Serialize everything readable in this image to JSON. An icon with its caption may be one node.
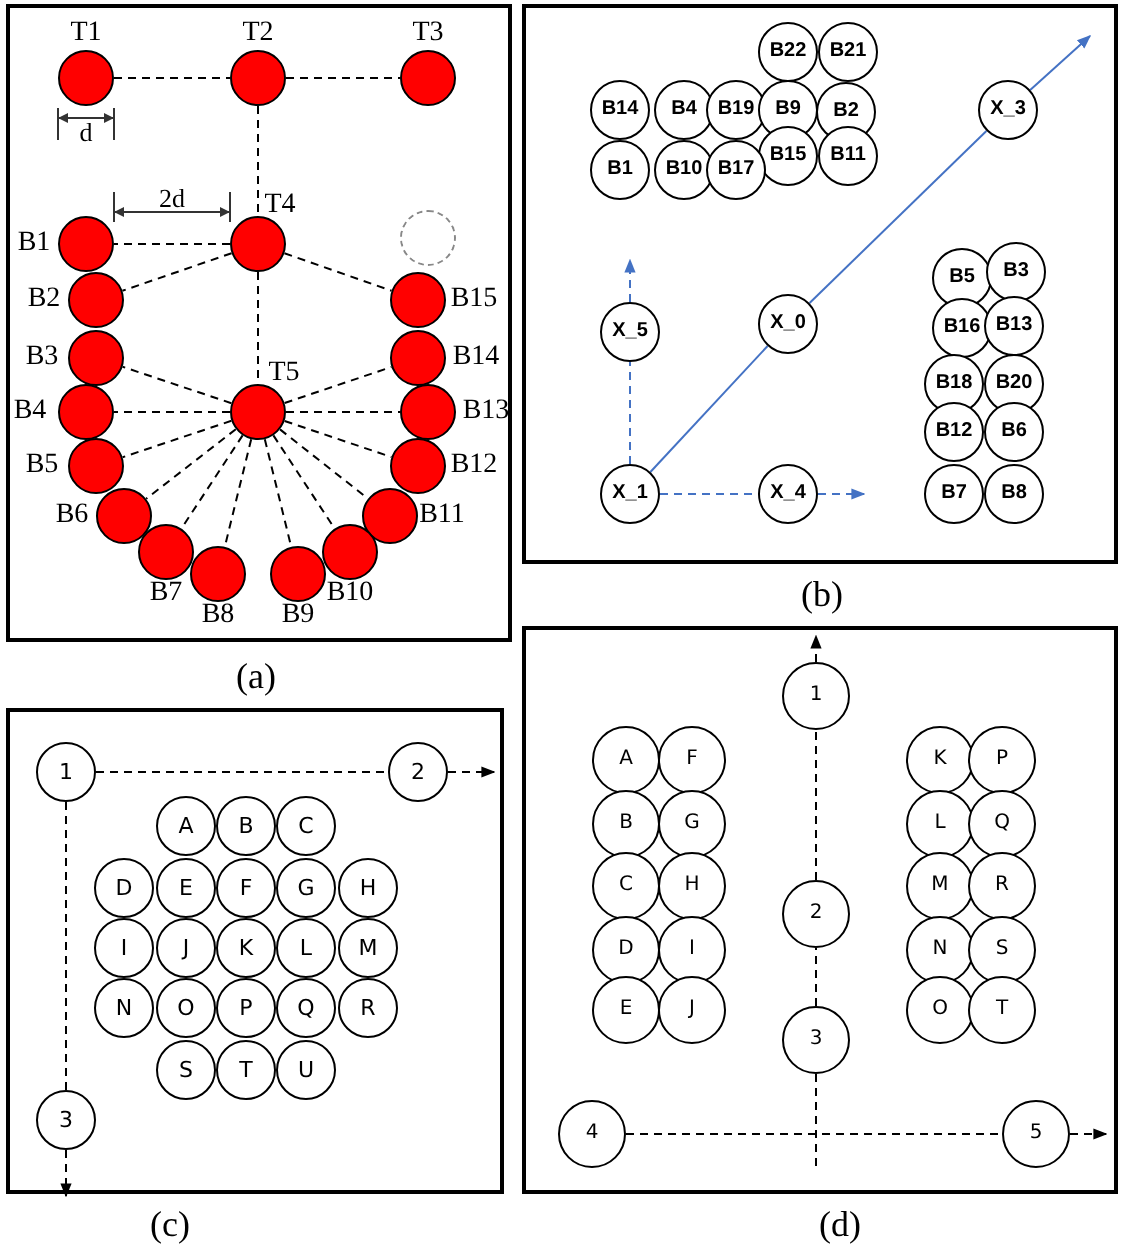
{
  "diagram": {
    "nodes": [
      {
        "text": [],
        "shape": "box",
        "beside": [
          "(a)"
        ]
      },
      {
        "text": [
          "T1"
        ],
        "in": 0
      },
      {
        "text": [
          "T2"
        ],
        "in": 0
      },
      {
        "text": [
          "T3"
        ],
        "in": 0
      },
      {
        "text": [
          "B1"
        ],
        "in": 0
      },
      {
        "text": [
          "T4"
        ],
        "in": 0
      },
      {
        "text": [],
        "shape": "circle",
        "in": 0
      },
      {
        "text": [
          "B2"
        ],
        "in": 0
      },
      {
        "text": [
          "B15"
        ],
        "in": 0
      },
      {
        "text": [
          "B3"
        ],
        "in": 0
      },
      {
        "text": [
          "B14"
        ],
        "in": 0
      },
      {
        "text": [
          "B4"
        ],
        "in": 0
      },
      {
        "text": [
          "T5"
        ],
        "in": 0
      },
      {
        "text": [
          "B13"
        ],
        "in": 0
      },
      {
        "text": [
          "B5"
        ],
        "in": 0
      },
      {
        "text": [
          "B12"
        ],
        "in": 0
      },
      {
        "text": [
          "B6"
        ],
        "in": 0
      },
      {
        "text": [
          "B11"
        ],
        "in": 0
      },
      {
        "text": [
          "B7"
        ],
        "in": 0
      },
      {
        "text": [
          "B10"
        ],
        "in": 0
      },
      {
        "text": [
          "B8"
        ],
        "in": 0
      },
      {
        "text": [
          "B9"
        ],
        "in": 0
      },
      {
        "text": [],
        "shape": "box",
        "beside": [
          "(b)"
        ]
      },
      {
        "text": [
          "B22"
        ],
        "in": 22
      },
      {
        "text": [
          "B21"
        ],
        "in": 22
      },
      {
        "text": [
          "B14"
        ],
        "in": 22
      },
      {
        "text": [
          "B4"
        ],
        "in": 22
      },
      {
        "text": [
          "B19"
        ],
        "in": 22
      },
      {
        "text": [
          "B9"
        ],
        "in": 22
      },
      {
        "text": [
          "B2"
        ],
        "in": 22
      },
      {
        "text": [
          "X_3"
        ],
        "in": 22
      },
      {
        "text": [
          "B15"
        ],
        "in": 22
      },
      {
        "text": [
          "B11"
        ],
        "in": 22
      },
      {
        "text": [
          "B1"
        ],
        "in": 22
      },
      {
        "text": [
          "B10"
        ],
        "in": 22
      },
      {
        "text": [
          "B17"
        ],
        "in": 22
      },
      {
        "text": [
          "B5"
        ],
        "in": 22
      },
      {
        "text": [
          "B3"
        ],
        "in": 22
      },
      {
        "text": [
          "X_0"
        ],
        "in": 22
      },
      {
        "text": [
          "X_5"
        ],
        "in": 22
      },
      {
        "text": [
          "B16"
        ],
        "in": 22
      },
      {
        "text": [
          "B13"
        ],
        "in": 22
      },
      {
        "text": [
          "B18"
        ],
        "in": 22
      },
      {
        "text": [
          "B20"
        ],
        "in": 22
      },
      {
        "text": [
          "B12"
        ],
        "in": 22
      },
      {
        "text": [
          "B6"
        ],
        "in": 22
      },
      {
        "text": [
          "X_1"
        ],
        "in": 22
      },
      {
        "text": [
          "X_4"
        ],
        "in": 22
      },
      {
        "text": [
          "B7"
        ],
        "in": 22
      },
      {
        "text": [
          "B8"
        ],
        "in": 22
      },
      {
        "text": [],
        "shape": "box",
        "beside": [
          "(c)"
        ]
      },
      {
        "text": [
          "1"
        ],
        "in": 50
      },
      {
        "text": [
          "2"
        ],
        "in": 50
      },
      {
        "text": [
          "A"
        ],
        "in": 50
      },
      {
        "text": [
          "B"
        ],
        "in": 50
      },
      {
        "text": [
          "C"
        ],
        "in": 50
      },
      {
        "text": [
          "D"
        ],
        "in": 50
      },
      {
        "text": [
          "E"
        ],
        "in": 50
      },
      {
        "text": [
          "F"
        ],
        "in": 50
      },
      {
        "text": [
          "G"
        ],
        "in": 50
      },
      {
        "text": [
          "H"
        ],
        "in": 50
      },
      {
        "text": [
          "I"
        ],
        "in": 50
      },
      {
        "text": [
          "J"
        ],
        "in": 50
      },
      {
        "text": [
          "K"
        ],
        "in": 50
      },
      {
        "text": [
          "L"
        ],
        "in": 50
      },
      {
        "text": [
          "M"
        ],
        "in": 50
      },
      {
        "text": [
          "N"
        ],
        "in": 50
      },
      {
        "text": [
          "O"
        ],
        "in": 50
      },
      {
        "text": [
          "P"
        ],
        "in": 50
      },
      {
        "text": [
          "Q"
        ],
        "in": 50
      },
      {
        "text": [
          "R"
        ],
        "in": 50
      },
      {
        "text": [
          "S"
        ],
        "in": 50
      },
      {
        "text": [
          "T"
        ],
        "in": 50
      },
      {
        "text": [
          "U"
        ],
        "in": 50
      },
      {
        "text": [
          "3"
        ],
        "in": 50
      },
      {
        "text": [],
        "shape": "box",
        "beside": [
          "(d)"
        ]
      },
      {
        "text": [
          "1"
        ],
        "in": 75
      },
      {
        "text": [
          "A"
        ],
        "in": 75
      },
      {
        "text": [
          "F"
        ],
        "in": 75
      },
      {
        "text": [
          "K"
        ],
        "in": 75
      },
      {
        "text": [
          "P"
        ],
        "in": 75
      },
      {
        "text": [
          "B"
        ],
        "in": 75
      },
      {
        "text": [
          "G"
        ],
        "in": 75
      },
      {
        "text": [
          "L"
        ],
        "in": 75
      },
      {
        "text": [
          "Q"
        ],
        "in": 75
      },
      {
        "text": [
          "C"
        ],
        "in": 75
      },
      {
        "text": [
          "H"
        ],
        "in": 75
      },
      {
        "text": [
          "M"
        ],
        "in": 75
      },
      {
        "text": [
          "R"
        ],
        "in": 75
      },
      {
        "text": [
          "2"
        ],
        "in": 75
      },
      {
        "text": [
          "D"
        ],
        "in": 75
      },
      {
        "text": [
          "I"
        ],
        "in": 75
      },
      {
        "text": [
          "N"
        ],
        "in": 75
      },
      {
        "text": [
          "S"
        ],
        "in": 75
      },
      {
        "text": [
          "E"
        ],
        "in": 75
      },
      {
        "text": [
          "J"
        ],
        "in": 75
      },
      {
        "text": [
          "O"
        ],
        "in": 75
      },
      {
        "text": [
          "T"
        ],
        "in": 75
      },
      {
        "text": [
          "3"
        ],
        "in": 75
      },
      {
        "text": [
          "4"
        ],
        "in": 75
      },
      {
        "text": [
          "5"
        ],
        "in": 75
      }
    ],
    "edges": [
      {
        "from": 1,
        "to": 2,
        "arrow": "none",
        "style": "dashed"
      },
      {
        "from": 2,
        "to": 3,
        "arrow": "none",
        "style": "dashed"
      },
      {
        "from": 2,
        "to": 5,
        "arrow": "none",
        "style": "dashed"
      },
      {
        "from": 5,
        "to": 4,
        "arrow": "none",
        "style": "dashed"
      },
      {
        "from": 5,
        "to": 7,
        "arrow": "none",
        "style": "dashed"
      },
      {
        "from": 5,
        "to": 8,
        "arrow": "none",
        "style": "dashed"
      },
      {
        "from": 5,
        "to": 12,
        "arrow": "none",
        "style": "dashed"
      },
      {
        "from": 12,
        "to": 9,
        "arrow": "none",
        "style": "dashed"
      },
      {
        "from": 12,
        "to": 11,
        "arrow": "none",
        "style": "dashed"
      },
      {
        "from": 12,
        "to": 14,
        "arrow": "none",
        "style": "dashed"
      },
      {
        "from": 12,
        "to": 16,
        "arrow": "none",
        "style": "dashed"
      },
      {
        "from": 12,
        "to": 18,
        "arrow": "none",
        "style": "dashed"
      },
      {
        "from": 12,
        "to": 20,
        "arrow": "none",
        "style": "dashed"
      },
      {
        "from": 12,
        "to": 21,
        "arrow": "none",
        "style": "dashed"
      },
      {
        "from": 12,
        "to": 19,
        "arrow": "none",
        "style": "dashed"
      },
      {
        "from": 12,
        "to": 17,
        "arrow": "none",
        "style": "dashed"
      },
      {
        "from": 12,
        "to": 15,
        "arrow": "none",
        "style": "dashed"
      },
      {
        "from": 12,
        "to": 13,
        "arrow": "none",
        "style": "dashed"
      },
      {
        "from": 12,
        "to": 10,
        "arrow": "none",
        "style": "dashed"
      },
      {
        "from": 46,
        "to": 39,
        "arrow": "none",
        "style": "dashed",
        "color": "#4472c4"
      },
      {
        "from": 39,
        "to": null,
        "arrow": "to",
        "style": "dashed",
        "color": "#4472c4"
      },
      {
        "from": 46,
        "to": 38,
        "arrow": "none",
        "color": "#4472c4"
      },
      {
        "from": 38,
        "to": 30,
        "arrow": "none",
        "color": "#4472c4"
      },
      {
        "from": 30,
        "to": null,
        "arrow": "to",
        "color": "#4472c4"
      },
      {
        "from": 46,
        "to": 47,
        "arrow": "none",
        "style": "dashed",
        "color": "#4472c4"
      },
      {
        "from": 47,
        "to": null,
        "arrow": "to",
        "style": "dashed",
        "color": "#4472c4"
      },
      {
        "from": 51,
        "to": 52,
        "arrow": "none",
        "style": "dashed"
      },
      {
        "from": 52,
        "to": null,
        "arrow": "to",
        "style": "dashed"
      },
      {
        "from": 51,
        "to": 74,
        "arrow": "none",
        "style": "dashed"
      },
      {
        "from": 74,
        "to": null,
        "arrow": "to",
        "style": "dashed"
      },
      {
        "from": 76,
        "to": null,
        "arrow": "to",
        "style": "dashed"
      },
      {
        "from": 89,
        "to": 76,
        "arrow": "none",
        "style": "dashed"
      },
      {
        "from": 98,
        "to": 89,
        "arrow": "none",
        "style": "dashed"
      },
      {
        "from": 98,
        "to": null,
        "arrow": "none",
        "style": "dashed"
      },
      {
        "from": 99,
        "to": 100,
        "arrow": "none",
        "style": "dashed"
      },
      {
        "from": 100,
        "to": null,
        "arrow": "to",
        "style": "dashed"
      }
    ],
    "labels": [
      "d",
      "2d"
    ]
  }
}
